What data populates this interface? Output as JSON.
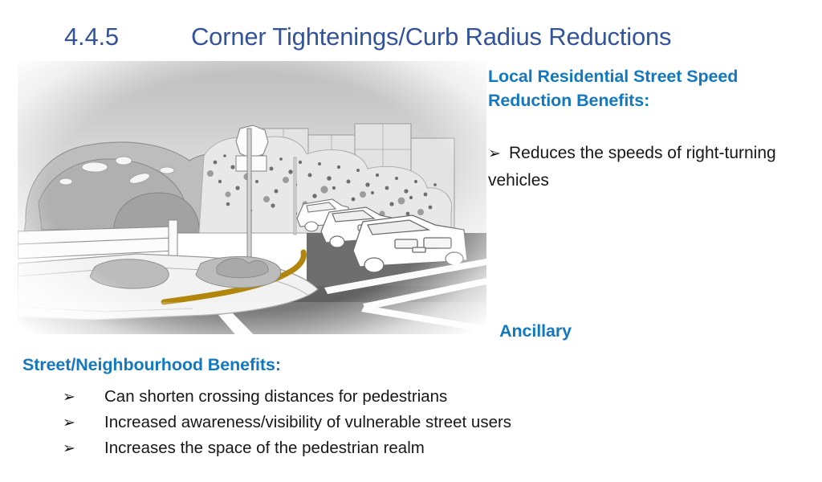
{
  "slide": {
    "section_number": "4.4.5",
    "title": "Corner Tightenings/Curb Radius Reductions",
    "title_color": "#33549a",
    "accent_color": "#1279c0",
    "body_color": "#171717",
    "background": "#ffffff"
  },
  "right_column": {
    "heading_line1": "Local Residential Street Speed",
    "heading_line2": "Reduction Benefits:",
    "bullet_marker": "➢",
    "bullets": [
      "Reduces the speeds of right-turning vehicles"
    ]
  },
  "bottom_section": {
    "heading_word": "Ancillary",
    "heading_line2": "Street/Neighbourhood Benefits:",
    "bullet_marker": "➢",
    "bullets": [
      "Can shorten crossing distances for pedestrians",
      "Increased awareness/visibility of vulnerable street users",
      "Increases the space of the pedestrian realm"
    ]
  },
  "illustration": {
    "alt": "Line drawing of a street corner with a tightened curb radius, showing parked cars, trees, a fence, a stop sign on a pole, a crosswalk and a highlighted curb line",
    "highlight_color": "#b2860c",
    "road_color": "#5a5a5a",
    "sidewalk_color": "#f2f2f2",
    "foliage_color": "#b8b8b8",
    "line_color": "#6b6b6b",
    "elements": [
      "stop-sign",
      "street-name-sign",
      "sign-pole",
      "large-tree-canopy",
      "street-trees",
      "picket-fence",
      "parked-car-1",
      "parked-car-2",
      "parked-car-3",
      "sidewalk-corner",
      "tightened-curb-highlight",
      "crosswalk-stripe",
      "lane-markings",
      "planting-bed"
    ]
  }
}
